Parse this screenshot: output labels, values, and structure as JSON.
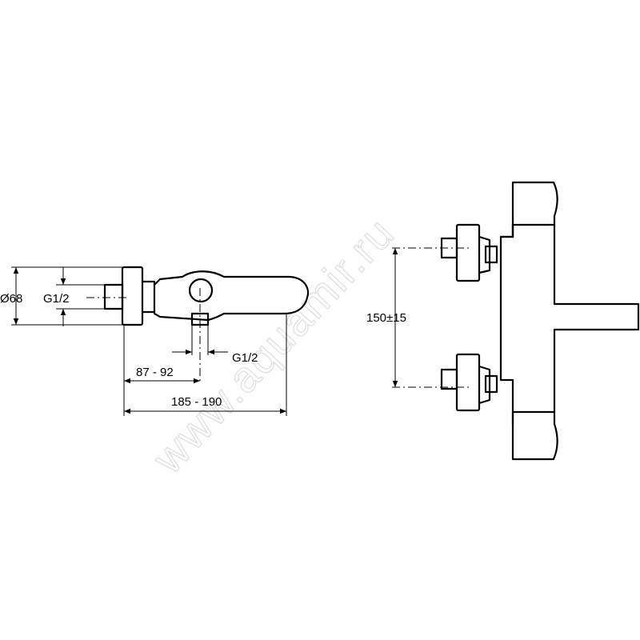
{
  "watermark": "www.aquamir.ru",
  "side_view": {
    "dim_diameter": "Ø68",
    "dim_inlet_thread": "G1/2",
    "dim_outlet_thread": "G1/2",
    "dim_outlet_offset": "87 - 92",
    "dim_total_length": "185 - 190"
  },
  "front_view": {
    "dim_inlet_spacing": "150±15"
  }
}
